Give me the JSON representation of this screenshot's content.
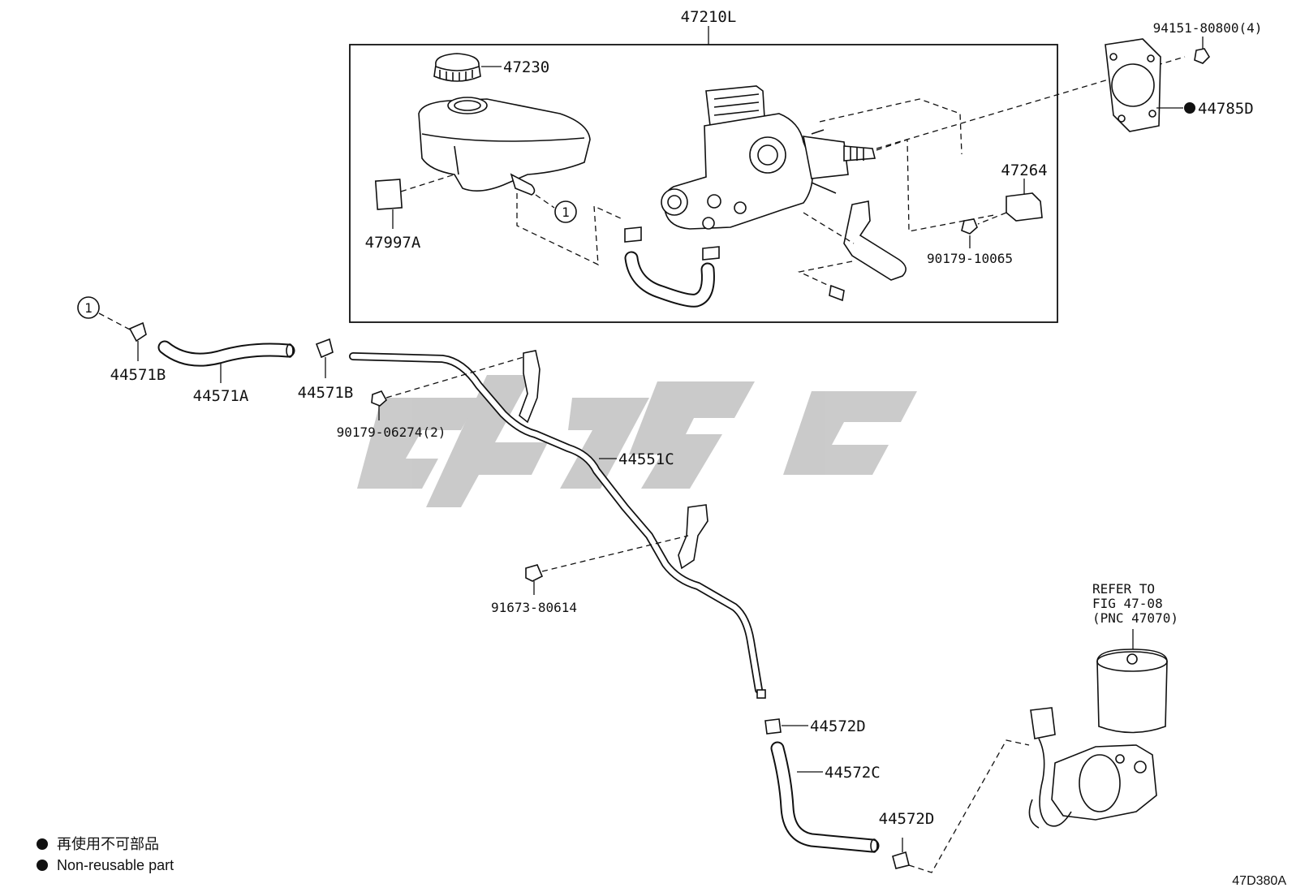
{
  "callouts": {
    "p47210L": "47210L",
    "p47230": "47230",
    "p47997A": "47997A",
    "p94151": "94151-80800(4)",
    "p44785D": "44785D",
    "p47264": "47264",
    "p90179_10065": "90179-10065",
    "p44571B_left": "44571B",
    "p44571A": "44571A",
    "p44571B_right": "44571B",
    "p90179_06274": "90179-06274(2)",
    "p44551C": "44551C",
    "p91673": "91673-80614",
    "p44572D_top": "44572D",
    "p44572C": "44572C",
    "p44572D_bottom": "44572D",
    "ref_marker_1": "1",
    "ref_marker_2": "1"
  },
  "refer_note": {
    "line1": "REFER TO",
    "line2": "FIG 47-08",
    "line3": "(PNC 47070)"
  },
  "legend": {
    "line1": "再使用不可部品",
    "line2": "Non-reusable part",
    "bullet_icon": "filled-circle-icon"
  },
  "figure_code": "47D380A",
  "colors": {
    "line": "#111111",
    "watermark": "#c8c8c8",
    "background": "#ffffff"
  }
}
